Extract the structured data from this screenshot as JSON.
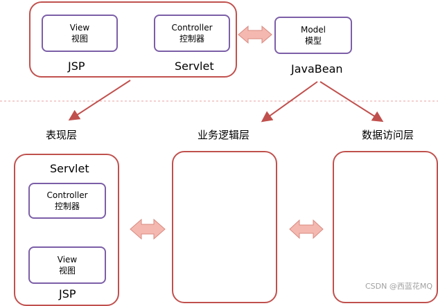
{
  "top": {
    "view": {
      "line1": "View",
      "line2": "视图"
    },
    "controller": {
      "line1": "Controller",
      "line2": "控制器"
    },
    "model": {
      "line1": "Model",
      "line2": "模型"
    },
    "jsp": "JSP",
    "servlet": "Servlet",
    "javabean": "JavaBean"
  },
  "layers": {
    "presentation": "表现层",
    "business": "业务逻辑层",
    "data_access": "数据访问层"
  },
  "bottom": {
    "servlet": "Servlet",
    "controller": {
      "line1": "Controller",
      "line2": "控制器"
    },
    "view": {
      "line1": "View",
      "line2": "视图"
    },
    "jsp": "JSP"
  },
  "watermark": "CSDN @西蓝花MQ",
  "colors": {
    "box_border": "#c0504d",
    "inner_border": "#7b5ea7",
    "arrow_fill": "#f4b8b0",
    "dashed": "#e8a0a0"
  }
}
